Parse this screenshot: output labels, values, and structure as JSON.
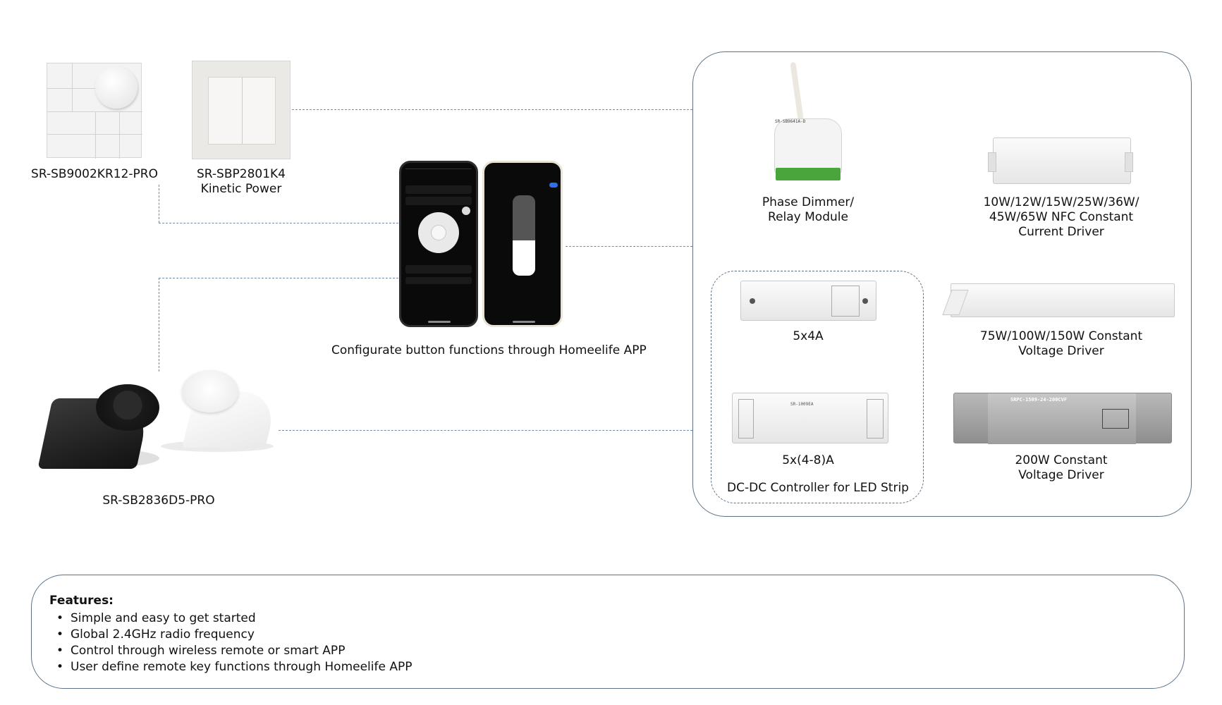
{
  "remotes": {
    "sb9002": {
      "label": "SR-SB9002KR12-PRO"
    },
    "sbp2801": {
      "line1": "SR-SBP2801K4",
      "line2": "Kinetic Power"
    },
    "sb2836": {
      "label": "SR-SB2836D5-PRO"
    }
  },
  "app": {
    "caption": "Configurate button functions through Homeelife APP"
  },
  "receivers": {
    "phase_dimmer": {
      "line1": "Phase Dimmer/",
      "line2": "Relay Module",
      "print": "SR-SB9641A-D"
    },
    "nfc_driver": {
      "line1": "10W/12W/15W/25W/36W/",
      "line2": "45W/65W NFC Constant",
      "line3": "Current Driver"
    },
    "ctrl_5x4a": {
      "label": "5x4A"
    },
    "cv_driver_150": {
      "line1": "75W/100W/150W Constant",
      "line2": "Voltage Driver"
    },
    "ctrl_5x48a": {
      "label": "5x(4-8)A",
      "print": "SR-1009EA"
    },
    "cv_driver_200": {
      "line1": "200W Constant",
      "line2": "Voltage Driver",
      "print": "SRPC-1509-24-200CVF"
    },
    "dcdc_group_label": "DC-DC Controller for LED Strip"
  },
  "features": {
    "title": "Features:",
    "items": [
      "Simple and easy to get started",
      "Global 2.4GHz radio frequency",
      "Control through wireless remote or smart APP",
      "User define remote key functions through Homeelife APP"
    ]
  }
}
